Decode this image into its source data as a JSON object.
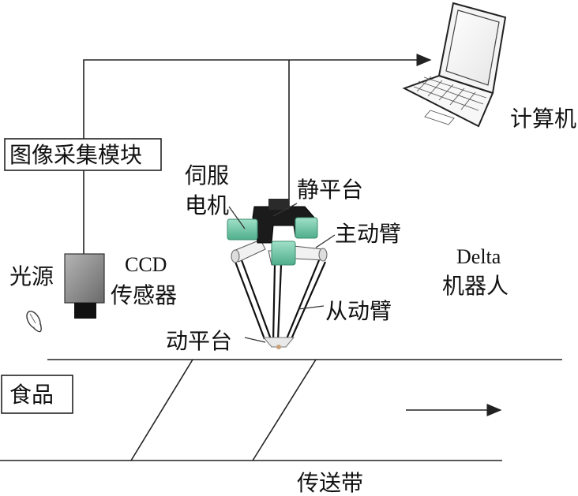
{
  "labels": {
    "computer": "计算机",
    "image_module": "图像采集模块",
    "servo_line1": "伺服",
    "servo_line2": "电机",
    "static_platform": "静平台",
    "active_arm": "主动臂",
    "delta_line1": "Delta",
    "delta_line2": "机器人",
    "light_source": "光源",
    "ccd_line1": "CCD",
    "ccd_line2": "传感器",
    "passive_arm": "从动臂",
    "moving_platform": "动平台",
    "food": "食品",
    "conveyor": "传送带"
  },
  "icons": {
    "laptop": "laptop-icon",
    "ccd_camera": "ccd-camera-icon",
    "light": "light-bulb-icon",
    "robot": "delta-robot-icon",
    "direction": "arrow-right-icon"
  },
  "colors": {
    "line": "#222222",
    "motor_green": "#6fc6a8",
    "robot_black": "#1b1b1b",
    "camera_gray": "#8a8a8a"
  }
}
